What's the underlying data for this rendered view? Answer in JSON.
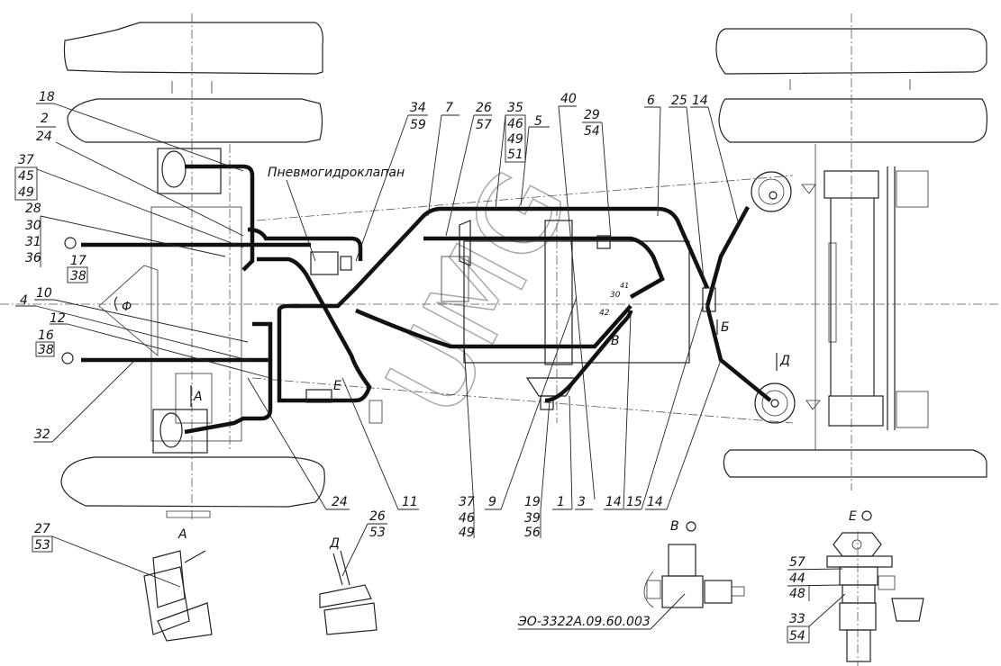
{
  "drawing": {
    "title_component_label": "Пневмогидроклапан",
    "part_number": "ЭО-3322А.09.60.003",
    "watermark": "UMG",
    "view_labels": {
      "A": "А",
      "D": "Д",
      "V": "В",
      "E": "Е",
      "B": "Б"
    },
    "section_titles": {
      "view_v": "В",
      "view_e": "Е"
    },
    "callouts": {
      "c18": [
        "18"
      ],
      "c2_24": [
        "2",
        "24"
      ],
      "c37_45_49": [
        "37",
        "45",
        "49"
      ],
      "c28_30_31_36": [
        "28",
        "30",
        "31",
        "36"
      ],
      "c17_38": [
        "17",
        "38"
      ],
      "c10": [
        "10"
      ],
      "c4": [
        "4"
      ],
      "c12": [
        "12"
      ],
      "c16_38": [
        "16",
        "38"
      ],
      "c32": [
        "32"
      ],
      "c34_59": [
        "34",
        "59"
      ],
      "c7": [
        "7"
      ],
      "c26_57": [
        "26",
        "57"
      ],
      "c35_46_49_51": [
        "35",
        "46",
        "49",
        "51"
      ],
      "c5": [
        "5"
      ],
      "c40": [
        "40"
      ],
      "c29_54": [
        "29",
        "54"
      ],
      "c6": [
        "6"
      ],
      "c25": [
        "25"
      ],
      "c14_top": [
        "14"
      ],
      "c24_bottom": [
        "24"
      ],
      "c11": [
        "11"
      ],
      "c37_46_49": [
        "37",
        "46",
        "49"
      ],
      "c9": [
        "9"
      ],
      "c19_39_56": [
        "19",
        "39",
        "56"
      ],
      "c1": [
        "1"
      ],
      "c3": [
        "3"
      ],
      "c14_b1": [
        "14"
      ],
      "c15": [
        "15"
      ],
      "c14_b2": [
        "14"
      ],
      "c27_53": [
        "27",
        "53"
      ],
      "c26_53": [
        "26",
        "53"
      ],
      "c57_44_48": [
        "57",
        "44",
        "48"
      ],
      "c33_54": [
        "33",
        "54"
      ]
    },
    "small_marks": [
      "30",
      "42",
      "41"
    ]
  }
}
